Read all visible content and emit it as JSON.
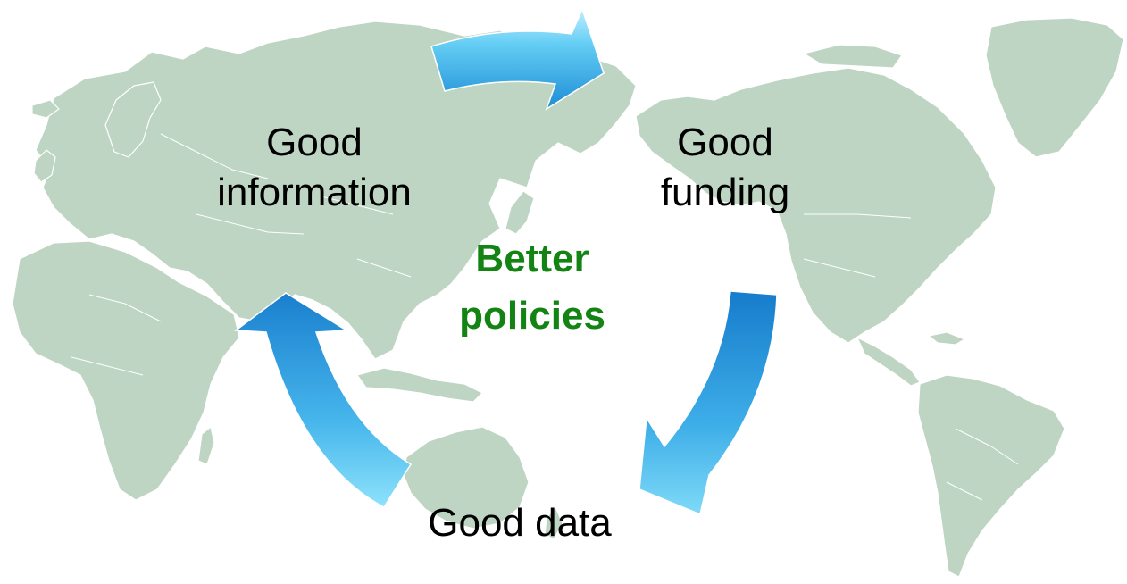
{
  "nodes": {
    "good_information": {
      "line1": "Good",
      "line2": "information"
    },
    "good_funding": {
      "line1": "Good",
      "line2": "funding"
    },
    "good_data": {
      "line1": "Good data"
    }
  },
  "center": {
    "line1": "Better",
    "line2": "policies"
  },
  "colors": {
    "map_land": "#bdd5c2",
    "map_border": "#ffffff",
    "center_text": "#138313",
    "arrow_light": "#6fd3f7",
    "arrow_dark": "#1a7fce"
  }
}
